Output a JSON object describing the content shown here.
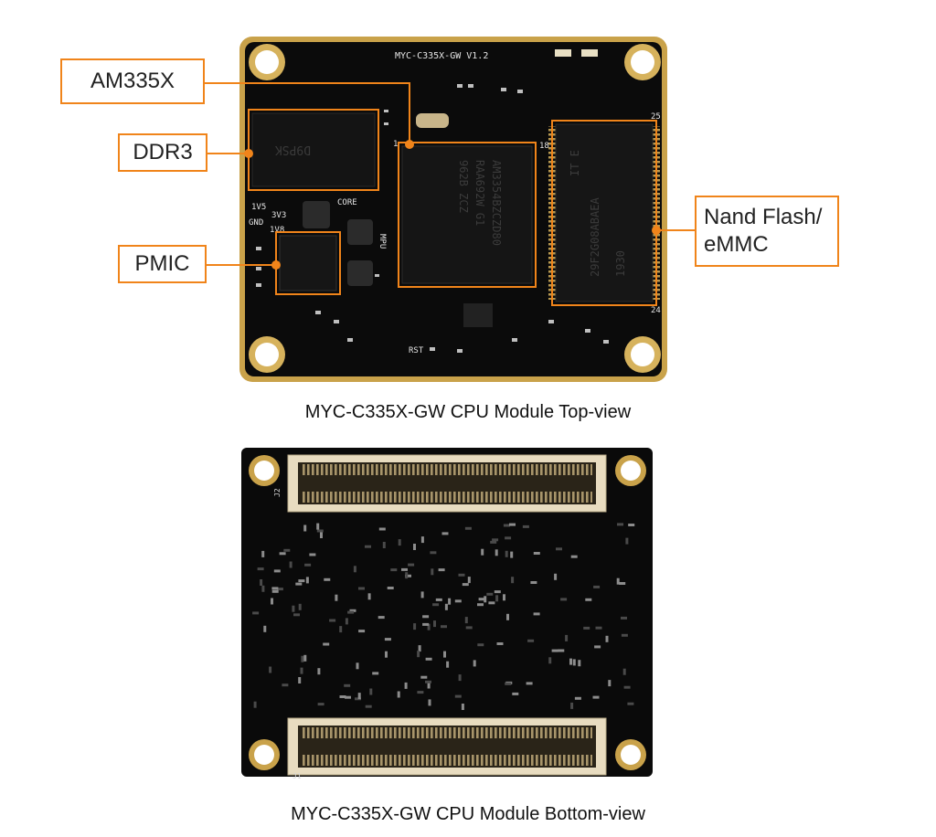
{
  "top_view": {
    "caption": "MYC-C335X-GW CPU Module Top-view",
    "board_silkscreen": "MYC-C335X-GW V1.2",
    "silk_labels": {
      "core": "CORE",
      "v1v5": "1V5",
      "v3v3": "3V3",
      "gnd": "GND",
      "v1v8": "1V8",
      "mpu": "MPU",
      "rst": "RST",
      "pin1": "1",
      "pin18": "18",
      "pin25": "25",
      "pin24": "24"
    },
    "chip_markings": {
      "ddr3": "D9PSK",
      "cpu_line1": "AM3354BZCZD80",
      "cpu_line2": "RAA692W G1",
      "cpu_line3": "962B ZCZ",
      "nand_line1": "29F2G08ABAEA",
      "nand_line2": "IT E",
      "nand_line3": "1930"
    },
    "callouts": {
      "am335x": "AM335X",
      "ddr3": "DDR3",
      "pmic": "PMIC",
      "nand_line1": "Nand Flash/",
      "nand_line2": "eMMC"
    }
  },
  "bottom_view": {
    "caption": "MYC-C335X-GW CPU Module Bottom-view",
    "connector_top_label": "J2",
    "connector_bottom_label": "J1"
  },
  "colors": {
    "accent": "#f0841a",
    "pcb": "#0b0b0b",
    "gold": "#c9a24a",
    "connector": "#e8dcc0"
  }
}
